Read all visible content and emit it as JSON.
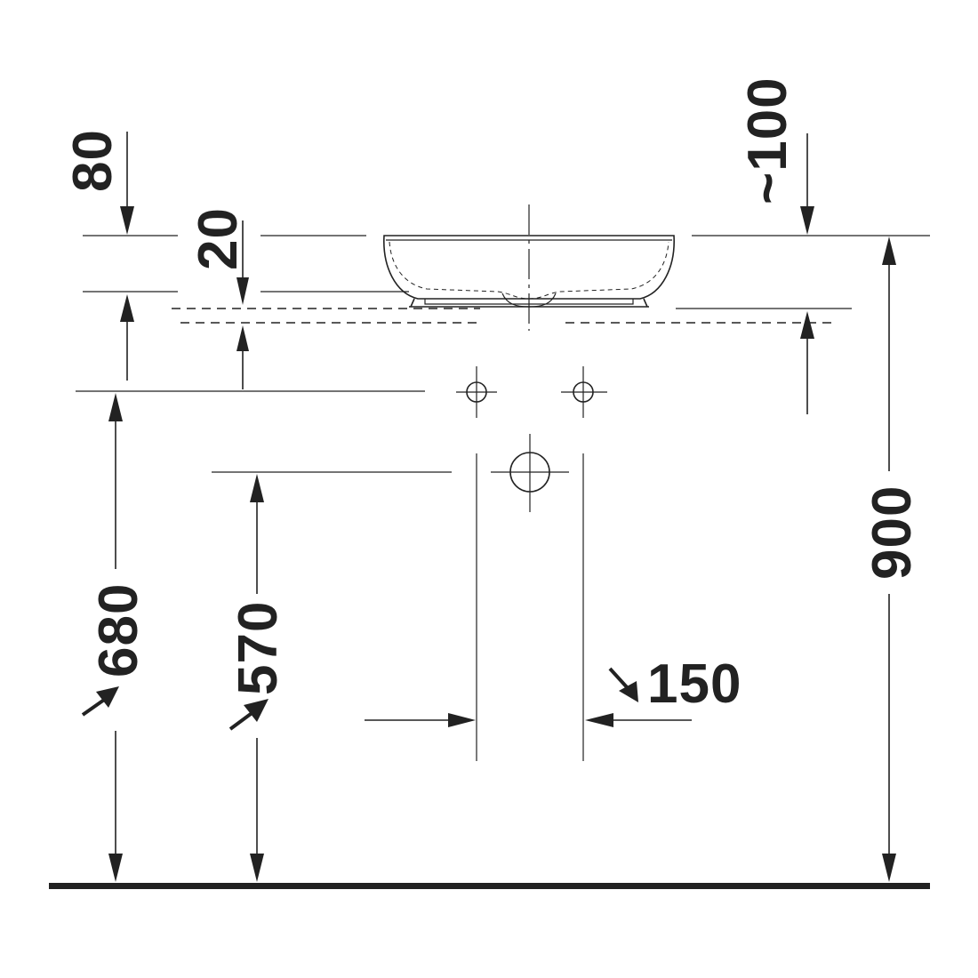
{
  "diagram": {
    "dimensions": {
      "bowl_height": "80",
      "countertop_gap": "20",
      "overflow_height": "~100",
      "total_height": "900",
      "tap_height": "680",
      "waste_height": "570",
      "waste_spacing": "150"
    },
    "colors": {
      "ink": "#222222",
      "background": "#ffffff"
    }
  }
}
